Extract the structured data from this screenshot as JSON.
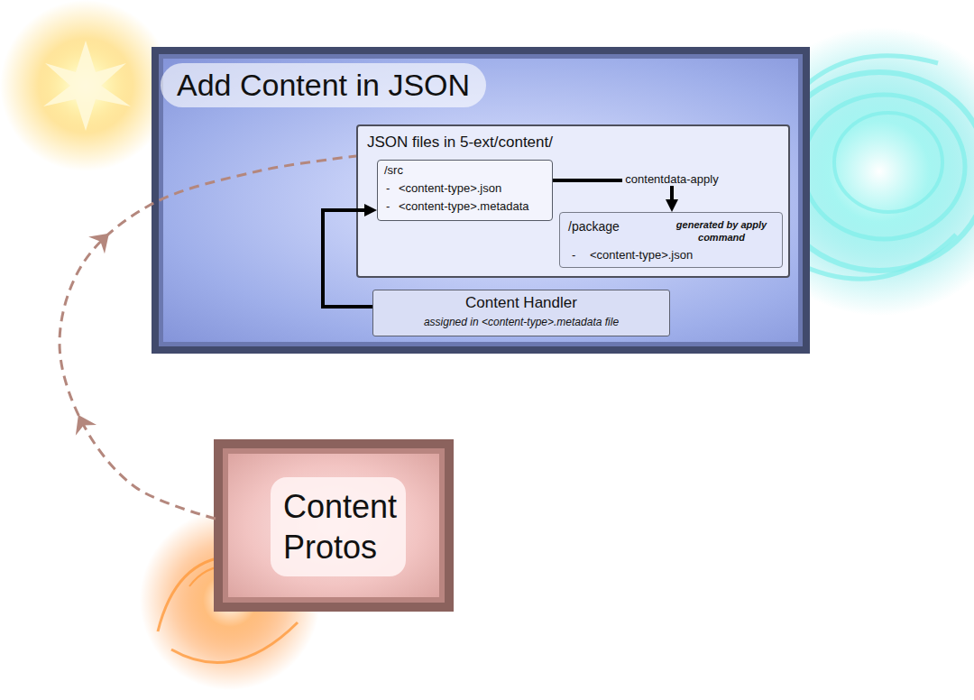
{
  "diagram": {
    "nodes": [
      {
        "text": [
          "Add Content in JSON"
        ]
      },
      {
        "text": [
          "JSON files in 5-ext/content/"
        ],
        "in": 0
      },
      {
        "text": [
          "/src",
          "-",
          "<content-type>.json",
          "-",
          "<content-type>.metadata"
        ],
        "in": 1
      },
      {
        "text": [
          "/package",
          "generated by apply command",
          "-",
          "<content-type>.json"
        ],
        "in": 1
      },
      {
        "text": [
          "Content Handler",
          "assigned in <content-type>.metadata file"
        ],
        "in": 0
      },
      {
        "text": [
          "Content Protos"
        ]
      }
    ],
    "edges": [
      {
        "from": 2,
        "to": 3,
        "arrow": "to",
        "label": "contentdata-apply"
      },
      {
        "from": 4,
        "to": 2,
        "arrow": "to"
      },
      {
        "from": 5,
        "to": 1,
        "arrow": "to"
      }
    ]
  }
}
